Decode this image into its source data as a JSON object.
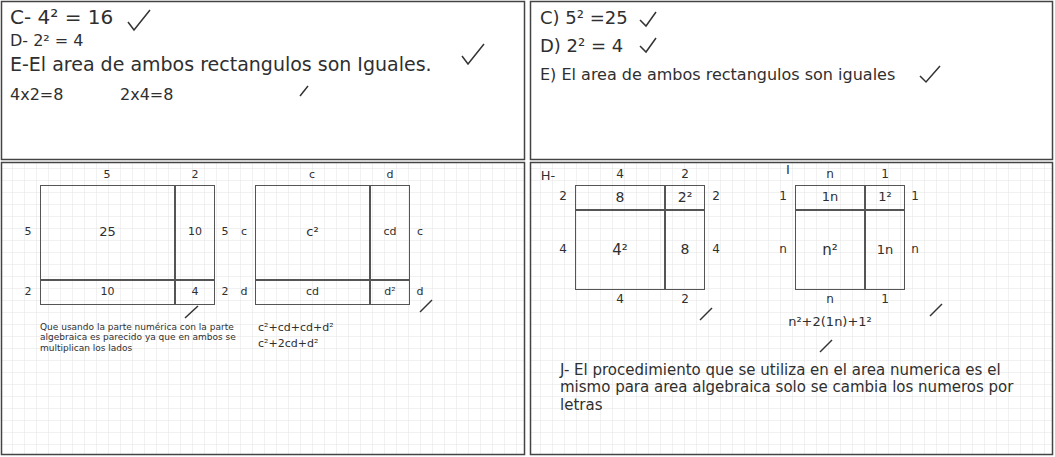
{
  "diagram": {
    "nodes": [
      {
        "text": [
          "25"
        ]
      },
      {
        "text": [
          "10"
        ]
      },
      {
        "text": [
          "10"
        ]
      },
      {
        "text": [
          "4"
        ]
      },
      {
        "text": [
          "c²"
        ]
      },
      {
        "text": [
          "cd"
        ]
      },
      {
        "text": [
          "cd"
        ]
      },
      {
        "text": [
          "d²"
        ]
      },
      {
        "text": [
          "8"
        ]
      },
      {
        "text": [
          "2²"
        ]
      },
      {
        "text": [
          "4²"
        ]
      },
      {
        "text": [
          "8"
        ]
      },
      {
        "text": [
          "1n"
        ]
      },
      {
        "text": [
          "1²"
        ]
      },
      {
        "text": [
          "n²"
        ]
      },
      {
        "text": [
          "1n"
        ]
      }
    ],
    "labels": [
      "C- 4² = 16",
      "D- 2² = 4",
      "E-El area de ambos rectangulos son Iguales.",
      "4x2=8",
      "2x4=8",
      "C) 5² =25",
      "D) 2² = 4",
      "E) El area de ambos rectangulos son iguales",
      "5",
      "2",
      "5",
      "2",
      "5",
      "2",
      "c",
      "d",
      "c",
      "d",
      "c",
      "d",
      "Que usando la parte numérica con la parte algebraica es parecido ya que en ambos se multiplican los lados",
      "c²+cd+cd+d²",
      "c²+2cd+d²",
      "H-",
      "4",
      "2",
      "2",
      "4",
      "2",
      "4",
      "4",
      "2",
      "I",
      "n",
      "1",
      "1",
      "n",
      "1",
      "n",
      "n",
      "1",
      "n²+2(1n)+1²",
      "J- El procedimiento que se utiliza en el area numerica es el mismo para area algebraica solo se cambia los numeros por letras"
    ]
  }
}
